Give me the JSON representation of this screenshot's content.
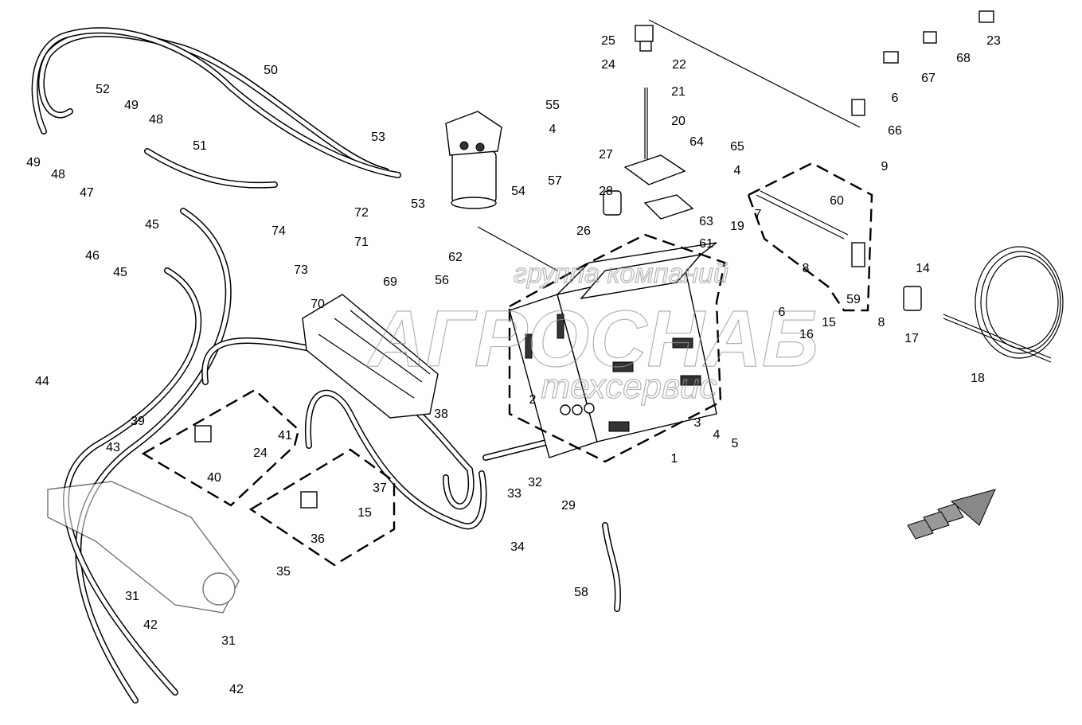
{
  "diagram": {
    "callouts": [
      "25",
      "24",
      "22",
      "23",
      "68",
      "67",
      "6",
      "66",
      "21",
      "20",
      "55",
      "4",
      "57",
      "53",
      "53",
      "54",
      "27",
      "28",
      "26",
      "64",
      "65",
      "4",
      "63",
      "9",
      "60",
      "7",
      "19",
      "61",
      "8",
      "14",
      "59",
      "6",
      "16",
      "15",
      "8",
      "17",
      "18",
      "50",
      "52",
      "49",
      "48",
      "51",
      "49",
      "48",
      "47",
      "45",
      "46",
      "45",
      "72",
      "74",
      "71",
      "73",
      "62",
      "56",
      "69",
      "70",
      "2",
      "1",
      "3",
      "4",
      "5",
      "38",
      "44",
      "43",
      "39",
      "41",
      "24",
      "40",
      "37",
      "15",
      "36",
      "35",
      "33",
      "32",
      "34",
      "29",
      "58",
      "31",
      "42",
      "31",
      "42"
    ],
    "watermark": {
      "line1": "группа компаний",
      "line2": "АГРОСНАБ",
      "line3": "техсервис"
    },
    "line_color": "#000000",
    "background": "#ffffff",
    "watermark_color": "#9a9a9a"
  }
}
